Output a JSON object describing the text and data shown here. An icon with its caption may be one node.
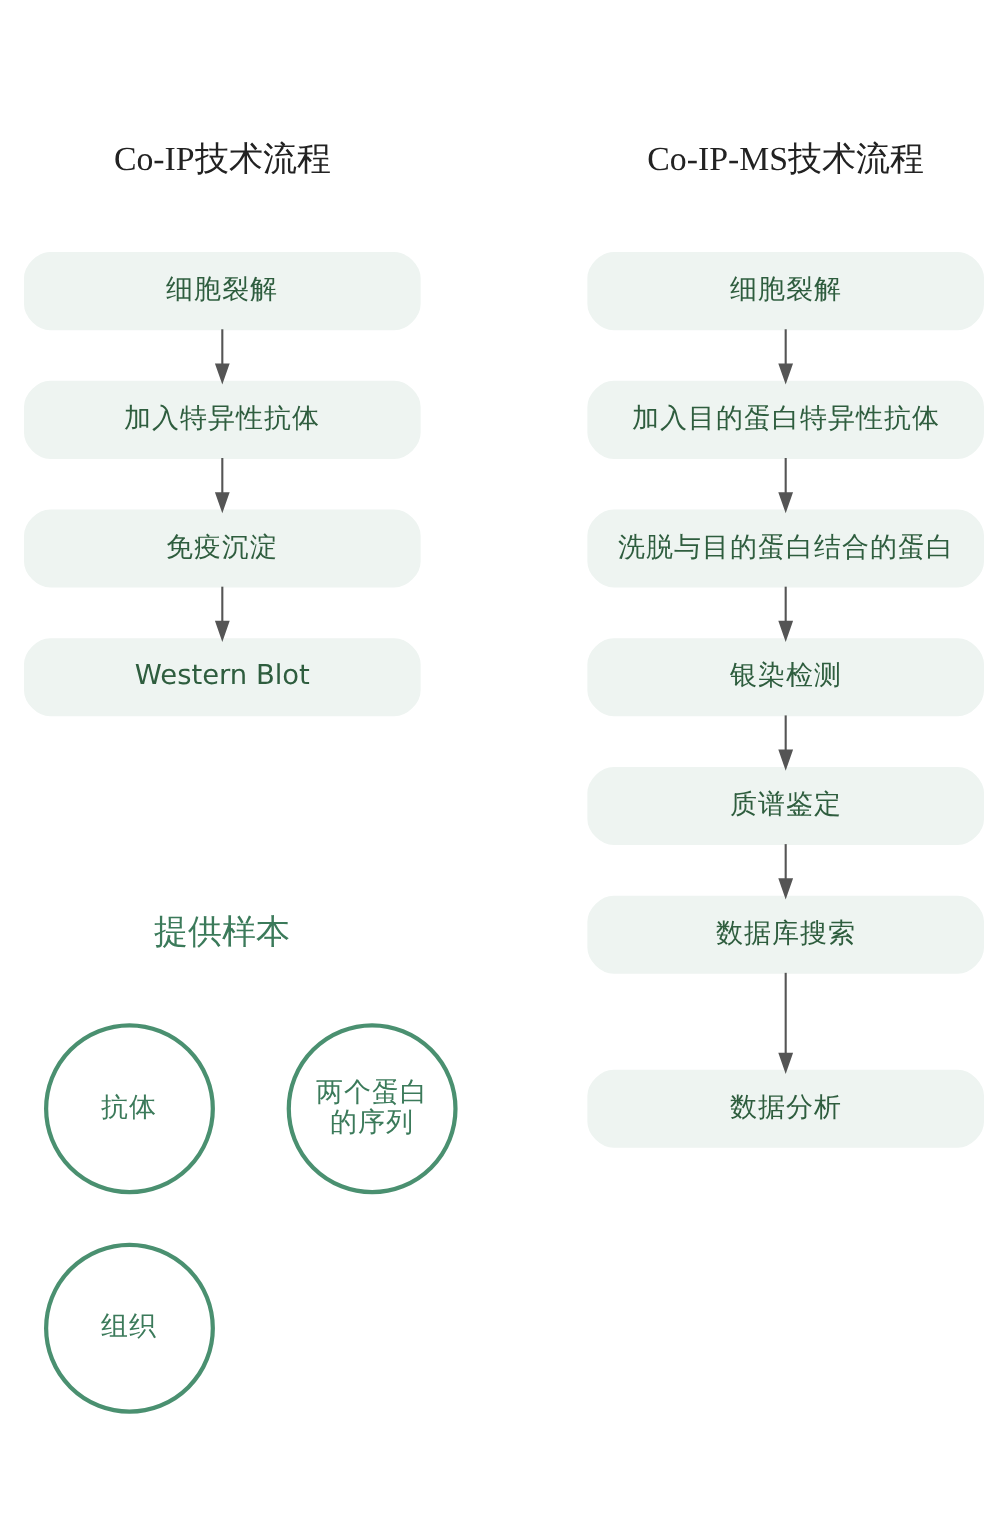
{
  "diagram": {
    "nodes": [
      {
        "text": [
          "细胞裂解"
        ]
      },
      {
        "text": [
          "加入特异性抗体"
        ]
      },
      {
        "text": [
          "免疫沉淀"
        ]
      },
      {
        "text": [
          "Western Blot"
        ]
      },
      {
        "text": [
          "细胞裂解"
        ]
      },
      {
        "text": [
          "加入目的蛋白特异性抗体"
        ]
      },
      {
        "text": [
          "洗脱与目的蛋白结合的蛋白"
        ]
      },
      {
        "text": [
          "银染检测"
        ]
      },
      {
        "text": [
          "质谱鉴定"
        ]
      },
      {
        "text": [
          "数据库搜索"
        ]
      },
      {
        "text": [
          "数据分析"
        ]
      },
      {
        "text": [
          "抗体"
        ]
      },
      {
        "text": [
          "两个蛋白的序列"
        ]
      },
      {
        "text": [
          "组织"
        ]
      }
    ],
    "edges": [
      {
        "from": 0,
        "to": 1,
        "arrow": "to"
      },
      {
        "from": 1,
        "to": 2,
        "arrow": "to"
      },
      {
        "from": 2,
        "to": 3,
        "arrow": "to"
      },
      {
        "from": 4,
        "to": 5,
        "arrow": "to"
      },
      {
        "from": 5,
        "to": 6,
        "arrow": "to"
      },
      {
        "from": 6,
        "to": 7,
        "arrow": "to"
      },
      {
        "from": 7,
        "to": 8,
        "arrow": "to"
      },
      {
        "from": 8,
        "to": 9,
        "arrow": "to"
      },
      {
        "from": 9,
        "to": 10,
        "arrow": "to"
      }
    ],
    "labels": [
      "Co-IP技术流程",
      "Co-IP-MS技术流程",
      "提供样本"
    ]
  }
}
